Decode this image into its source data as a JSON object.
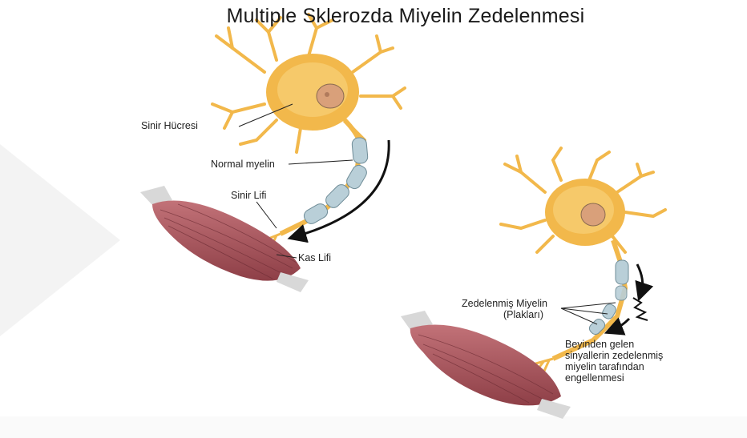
{
  "title": "Multiple Sklerozda Miyelin Zedelenmesi",
  "labels": {
    "nerve_cell": "Sinir Hücresi",
    "normal_myelin": "Normal myelin",
    "nerve_fiber": "Sinir Lifi",
    "muscle_fiber": "Kas Lifi",
    "damaged_myelin": "Zedelenmiş Miyelin",
    "plaques": "(Plakları)",
    "blocked_signal_line1": "Beyinden gelen",
    "blocked_signal_line2": "sinyallerin zedelenmiş",
    "blocked_signal_line3": "miyelin tarafından",
    "blocked_signal_line4": "engellenmesi"
  },
  "colors": {
    "neuron": "#f2b84b",
    "neuron_light": "#f8d58a",
    "nucleus": "#d9a07a",
    "myelin": "#b9cfd8",
    "muscle": "#a8545b",
    "tendon": "#d8d8d8",
    "watermark": "#f3f3f3"
  }
}
